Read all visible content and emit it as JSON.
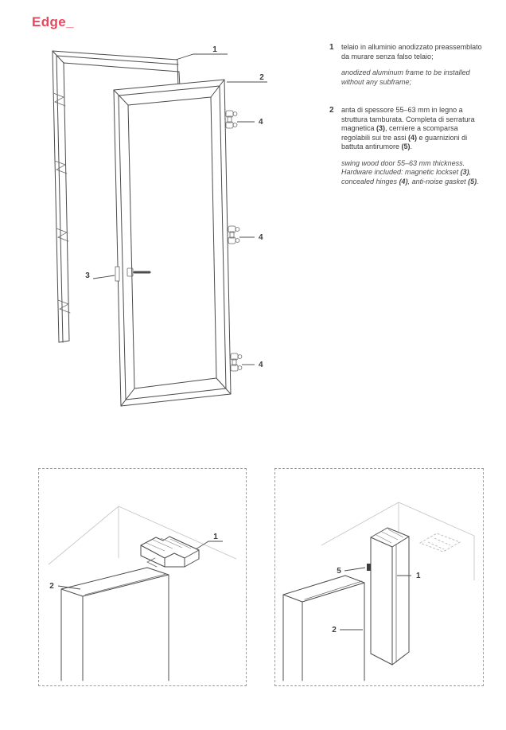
{
  "page": {
    "title": "Edge_"
  },
  "colors": {
    "accent": "#e8485f",
    "ink": "#3c3c3c",
    "drawing_line": "#4c4c4c",
    "construction_line": "#c7c7c7"
  },
  "notes": [
    {
      "num": "1",
      "it": "telaio in alluminio anodizzato preassemblato da murare senza falso telaio;",
      "en": "anodized aluminum frame to be installed without any subframe;"
    },
    {
      "num": "2",
      "it_segments": [
        "anta di spessore 55–63 mm in legno a struttura tamburata. Completa di serratura magnetica ",
        "(3)",
        ", cerniere a scomparsa regolabili sui tre assi ",
        "(4)",
        " e guarnizioni di battuta antirumore ",
        "(5)",
        "."
      ],
      "en_segments": [
        "swing wood door 55–63 mm thickness. Hardware included: magnetic lockset ",
        "(3)",
        ", concealed hinges ",
        "(4)",
        ", anti-noise gasket ",
        "(5)",
        "."
      ]
    }
  ],
  "main_drawing": {
    "callout_frame": "1",
    "callout_door": "2",
    "callout_lock": "3",
    "callout_hinge_top": "4",
    "callout_hinge_middle": "4",
    "callout_hinge_bottom": "4"
  },
  "detail_left": {
    "callout_door": "2",
    "callout_frame": "1"
  },
  "detail_right": {
    "callout_gasket": "5",
    "callout_frame": "1",
    "callout_door": "2"
  }
}
